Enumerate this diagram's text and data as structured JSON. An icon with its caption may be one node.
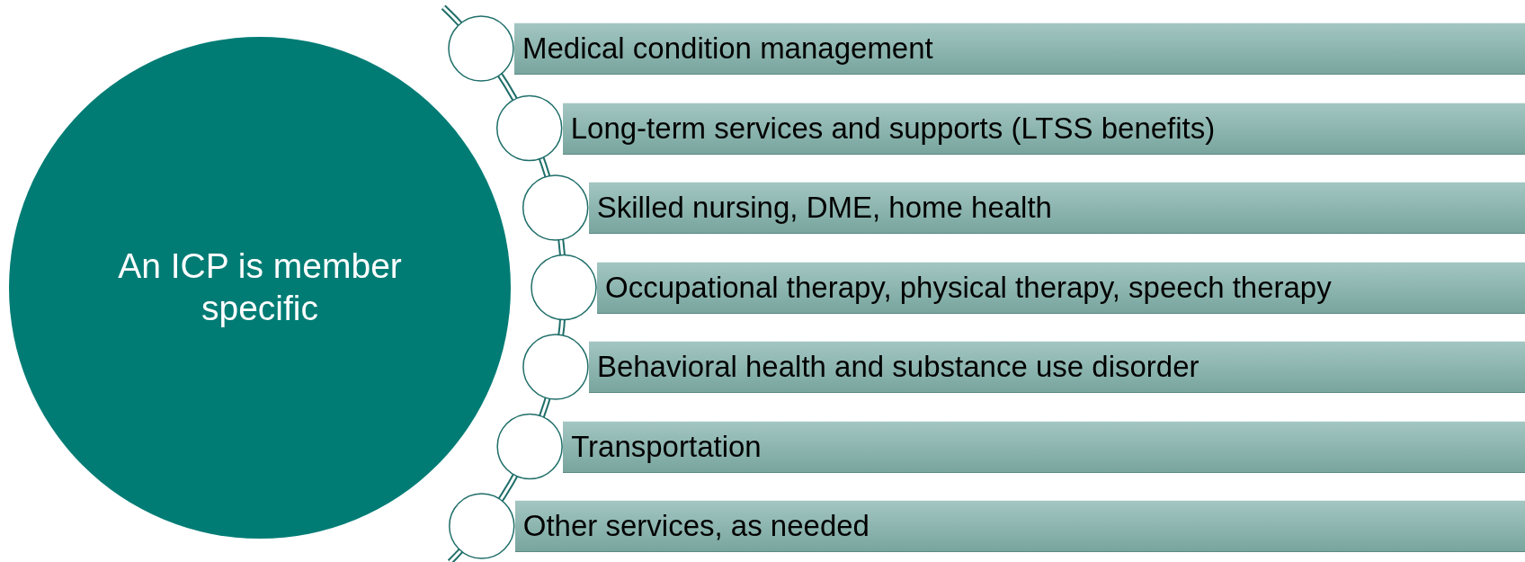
{
  "diagram": {
    "nodes": [
      {
        "text": [
          "An ICP is member specific"
        ]
      },
      {
        "text": [
          "Medical condition management"
        ]
      },
      {
        "text": [
          "Long-term services and supports (LTSS benefits)"
        ]
      },
      {
        "text": [
          "Skilled nursing, DME, home health"
        ]
      },
      {
        "text": [
          "Occupational therapy, physical therapy, speech therapy"
        ]
      },
      {
        "text": [
          "Behavioral health and substance use disorder"
        ]
      },
      {
        "text": [
          "Transportation"
        ]
      },
      {
        "text": [
          "Other services, as needed"
        ]
      }
    ]
  }
}
